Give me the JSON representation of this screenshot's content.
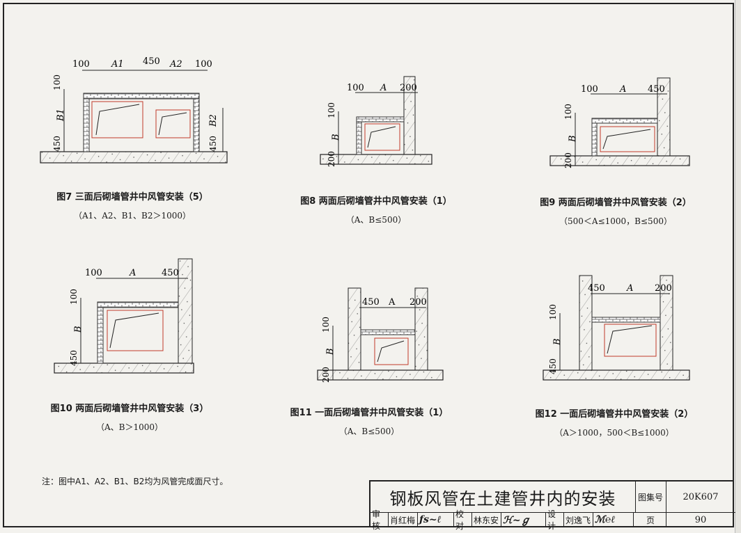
{
  "figures": [
    {
      "title": "图7 三面后砌墙管井中风管安装（5）",
      "cond": "（A1、A2、B1、B2＞1000）",
      "dims": {
        "top": [
          "100",
          "A1",
          "450",
          "A2",
          "100"
        ],
        "left": [
          "100",
          "B1",
          "450"
        ],
        "right": [
          "B2",
          "450"
        ]
      }
    },
    {
      "title": "图8 两面后砌墙管井中风管安装（1）",
      "cond": "（A、B≤500）",
      "dims": {
        "top": [
          "100",
          "A",
          "200"
        ],
        "left": [
          "100",
          "B",
          "200"
        ]
      }
    },
    {
      "title": "图9 两面后砌墙管井中风管安装（2）",
      "cond": "（500＜A≤1000，B≤500）",
      "dims": {
        "top": [
          "100",
          "A",
          "450"
        ],
        "left": [
          "100",
          "B",
          "200"
        ]
      }
    },
    {
      "title": "图10 两面后砌墙管井中风管安装（3）",
      "cond": "（A、B＞1000）",
      "dims": {
        "top": [
          "100",
          "A",
          "450"
        ],
        "left": [
          "100",
          "B",
          "450"
        ]
      }
    },
    {
      "title": "图11 一面后砌墙管井中风管安装（1）",
      "cond": "（A、B≤500）",
      "dims": {
        "top": [
          "450",
          "A",
          "200"
        ],
        "left": [
          "100",
          "B",
          "200"
        ]
      }
    },
    {
      "title": "图12 一面后砌墙管井中风管安装（2）",
      "cond": "（A＞1000，500＜B≤1000）",
      "dims": {
        "top": [
          "450",
          "A",
          "200"
        ],
        "left": [
          "100",
          "B",
          "450"
        ]
      }
    }
  ],
  "note": "注：图中A1、A2、B1、B2均为风管完成面尺寸。",
  "title_block": {
    "title": "钢板风管在土建管井内的安装",
    "atlas_label": "图集号",
    "atlas_no": "20K607",
    "page_label": "页",
    "page_no": "90",
    "review_label": "审核",
    "reviewer": "肖红梅",
    "check_label": "校对",
    "checker": "林东安",
    "design_label": "设计",
    "designer": "刘逸飞"
  },
  "colors": {
    "line": "#1a1a1a",
    "duct": "#c0392b",
    "brick": "#555555"
  }
}
